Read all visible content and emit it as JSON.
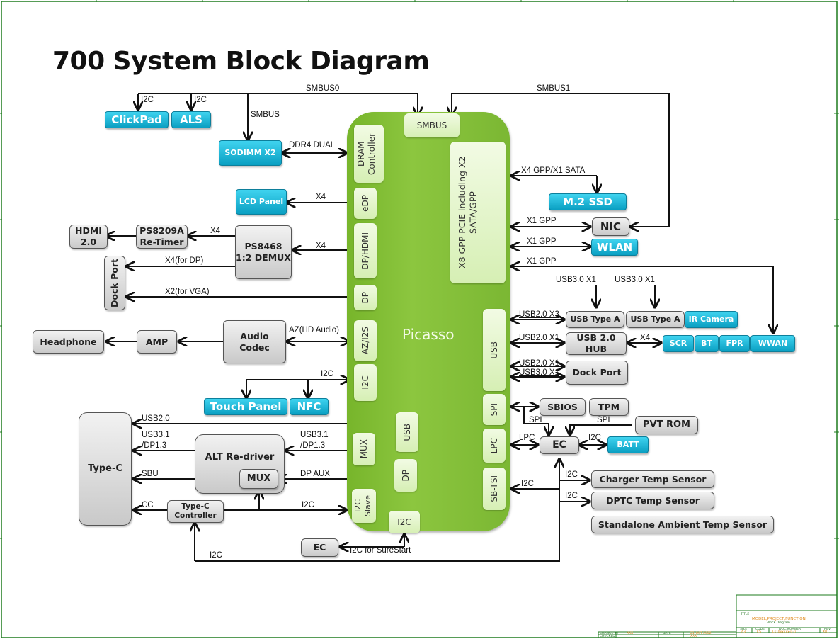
{
  "title": "700 System Block Diagram",
  "soc": {
    "name": "Picasso",
    "ports": {
      "smbus": "SMBUS",
      "dram": "DRAM Controller",
      "edp": "eDP",
      "dphdmi": "DP/HDMI",
      "dp": "DP",
      "az": "AZ/I2S",
      "i2c_left": "I2C",
      "mux": "MUX",
      "usb_inner": "USB",
      "dp_inner": "DP",
      "i2c_slave": "I2C Slave",
      "i2c_bottom": "I2C",
      "pcie": "X8 GPP PCIE including X2 SATA/GPP",
      "usb": "USB",
      "spi": "SPI",
      "lpc": "LPC",
      "sbtsi": "SB-TSI"
    }
  },
  "blocks": {
    "clickpad": "ClickPad",
    "als": "ALS",
    "sodimm": "SODIMM X2",
    "lcd": "LCD Panel",
    "hdmi": "HDMI 2.0",
    "retimer": "PS8209A Re-Timer",
    "demux": "PS8468 1:2 DEMUX",
    "dockport_left": "Dock Port",
    "headphone": "Headphone",
    "amp": "AMP",
    "codec": "Audio Codec",
    "touch": "Touch Panel",
    "nfc": "NFC",
    "typec": "Type-C",
    "altredriver": "ALT Re-driver",
    "mux": "MUX",
    "typec_ctrl": "Type-C Controller",
    "ec_bottom": "EC",
    "m2ssd": "M.2 SSD",
    "nic": "NIC",
    "wlan": "WLAN",
    "usbA1": "USB Type A",
    "usbA2": "USB Type A",
    "ircam": "IR Camera",
    "hub": "USB 2.0 HUB",
    "scr": "SCR",
    "bt": "BT",
    "fpr": "FPR",
    "wwan": "WWAN",
    "dockport_right": "Dock Port",
    "sbios": "SBIOS",
    "tpm": "TPM",
    "pvtrom": "PVT ROM",
    "ec": "EC",
    "batt": "BATT",
    "charger": "Charger Temp Sensor",
    "dptc": "DPTC Temp Sensor",
    "ambient": "Standalone Ambient Temp Sensor"
  },
  "labels": {
    "smbus0": "SMBUS0",
    "smbus1": "SMBUS1",
    "i2c_cp": "I2C",
    "i2c_als": "I2C",
    "smbus_sodimm": "SMBUS",
    "ddr4": "DDR4 DUAL",
    "x4_lcd": "X4",
    "x4_retimer": "X4",
    "x4_demux": "X4",
    "x4_dp": "X4(for DP)",
    "x2_vga": "X2(for VGA)",
    "az": "AZ(HD Audio)",
    "i2c_touch": "I2C",
    "usb20": "USB2.0",
    "usb31_l1": "USB3.1",
    "usb31_l2": "/DP1.3",
    "usb31_r1": "USB3.1",
    "usb31_r2": "/DP1.3",
    "sbu": "SBU",
    "dpaux": "DP AUX",
    "cc": "CC",
    "i2c_ctrl": "I2C",
    "i2c_bottom": "I2C",
    "i2c_surestart": "I2C for SureStart",
    "x4gpp_sata": "X4 GPP/X1 SATA",
    "x1gpp_nic": "X1 GPP",
    "x1gpp_wlan": "X1 GPP",
    "x1gpp_wwan": "X1 GPP",
    "usb30_a1": "USB3.0 X1",
    "usb30_a2": "USB3.0 X1",
    "usb20x3": "USB2.0 X3",
    "usb20x1_hub": "USB2.0 X1",
    "x4_hub": "X4",
    "usb20x1_dock": "USB2.0 X1",
    "usb30x1_dock": "USB3.0 X1",
    "spi_ec": "SPI",
    "spi_pvt": "SPI",
    "lpc": "LPC",
    "i2c_batt": "I2C",
    "i2c_sbtsi": "I2C",
    "i2c_charger": "I2C",
    "i2c_dptc": "I2C"
  },
  "title_block": {
    "model": "MODEL,PROJECT,FUNCTION",
    "function": "Block Diagram",
    "size_label": "SIZE",
    "size": "A3",
    "code_label": "CODE",
    "code": "CS",
    "doc_label": "DOC.NUMBER",
    "doc": "1310xxxxx-0-0",
    "rev_label": "REV",
    "rev": "X01",
    "changed_label": "CHANGE by",
    "changed_by": "XXX",
    "date_label": "DATE",
    "date": "21-OCT-2002",
    "checked_label": "CHECKED",
    "checked": "XXX",
    "title_label": "TITLE"
  },
  "colors": {
    "frame": "#1e7b1e",
    "soc_green": "#84c13a",
    "port_green": "#e6f5cf",
    "cyan": "#1ab6d8",
    "gray": "#d9d9d9"
  }
}
